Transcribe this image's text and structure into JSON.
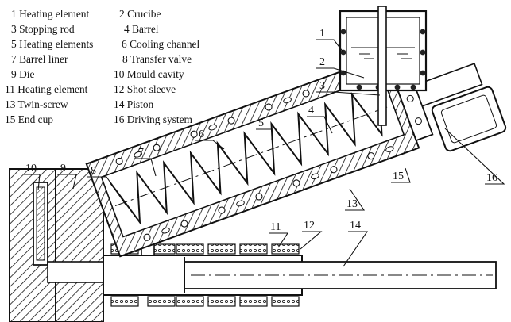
{
  "legend": [
    {
      "num": "1",
      "label": "Heating element"
    },
    {
      "num": "2",
      "label": "Crucibe"
    },
    {
      "num": "3",
      "label": "Stopping rod"
    },
    {
      "num": "4",
      "label": "Barrel"
    },
    {
      "num": "5",
      "label": "Heating elements"
    },
    {
      "num": "6",
      "label": "Cooling channel"
    },
    {
      "num": "7",
      "label": "Barrel liner"
    },
    {
      "num": "8",
      "label": "Transfer valve"
    },
    {
      "num": "9",
      "label": "Die"
    },
    {
      "num": "10",
      "label": "Mould cavity"
    },
    {
      "num": "11",
      "label": "Heating element"
    },
    {
      "num": "12",
      "label": "Shot sleeve"
    },
    {
      "num": "13",
      "label": "Twin-screw"
    },
    {
      "num": "14",
      "label": "Piston"
    },
    {
      "num": "15",
      "label": "End cup"
    },
    {
      "num": "16",
      "label": "Driving system"
    }
  ],
  "callouts": [
    "1",
    "2",
    "3",
    "4",
    "5",
    "6",
    "7",
    "8",
    "9",
    "10",
    "11",
    "12",
    "13",
    "14",
    "15",
    "16"
  ]
}
